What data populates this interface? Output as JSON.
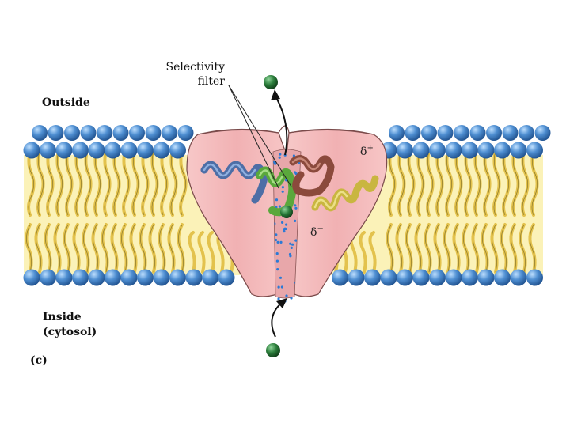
{
  "labels": {
    "outside": "Outside",
    "inside_line1": "Inside",
    "inside_line2": "(cytosol)",
    "panel": "(c)",
    "filter_line1": "Selectivity",
    "filter_line2": "filter",
    "delta_plus": "δ",
    "delta_plus_sup": "+",
    "delta_minus": "δ",
    "delta_minus_sup": "−"
  },
  "colors": {
    "headgroup": "#3f7fc0",
    "lipid_tail": "#e9cf62",
    "membrane_core": "#fbf2b8",
    "channel": "#f4bcbc",
    "pore": "#e4a3a6",
    "helix_blue": "#4d6ea6",
    "helix_green": "#5aa83c",
    "helix_brown": "#8b4a3c",
    "helix_yellow": "#c9b640",
    "ion": "#1f6b2e",
    "water_dot": "#2b7ad6"
  }
}
